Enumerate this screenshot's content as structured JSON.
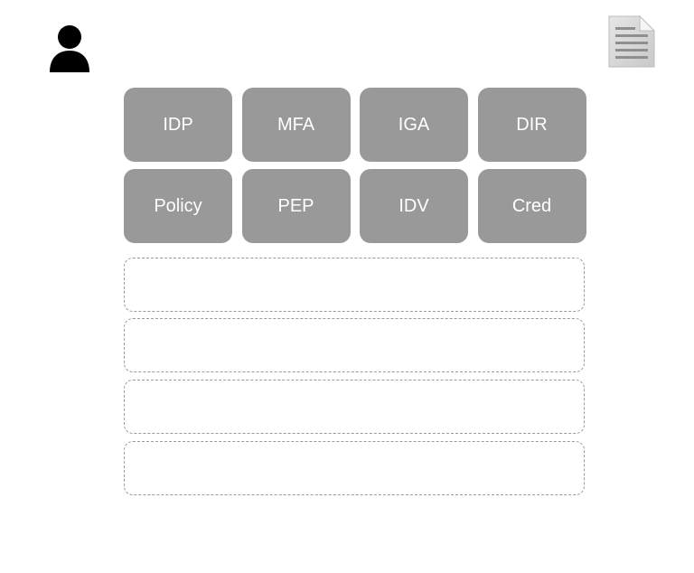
{
  "icons": {
    "user": "user-icon",
    "document": "document-icon"
  },
  "colors": {
    "tile_fill": "#999999",
    "tile_text": "#ffffff",
    "slot_border": "#9a9a9a",
    "user_icon": "#000000",
    "doc_icon": "#d6d6d6"
  },
  "tiles": [
    {
      "label": "IDP"
    },
    {
      "label": "MFA"
    },
    {
      "label": "IGA"
    },
    {
      "label": "DIR"
    },
    {
      "label": "Policy"
    },
    {
      "label": "PEP"
    },
    {
      "label": "IDV"
    },
    {
      "label": "Cred"
    }
  ],
  "slots": [
    {
      "label": ""
    },
    {
      "label": ""
    },
    {
      "label": ""
    },
    {
      "label": ""
    }
  ]
}
